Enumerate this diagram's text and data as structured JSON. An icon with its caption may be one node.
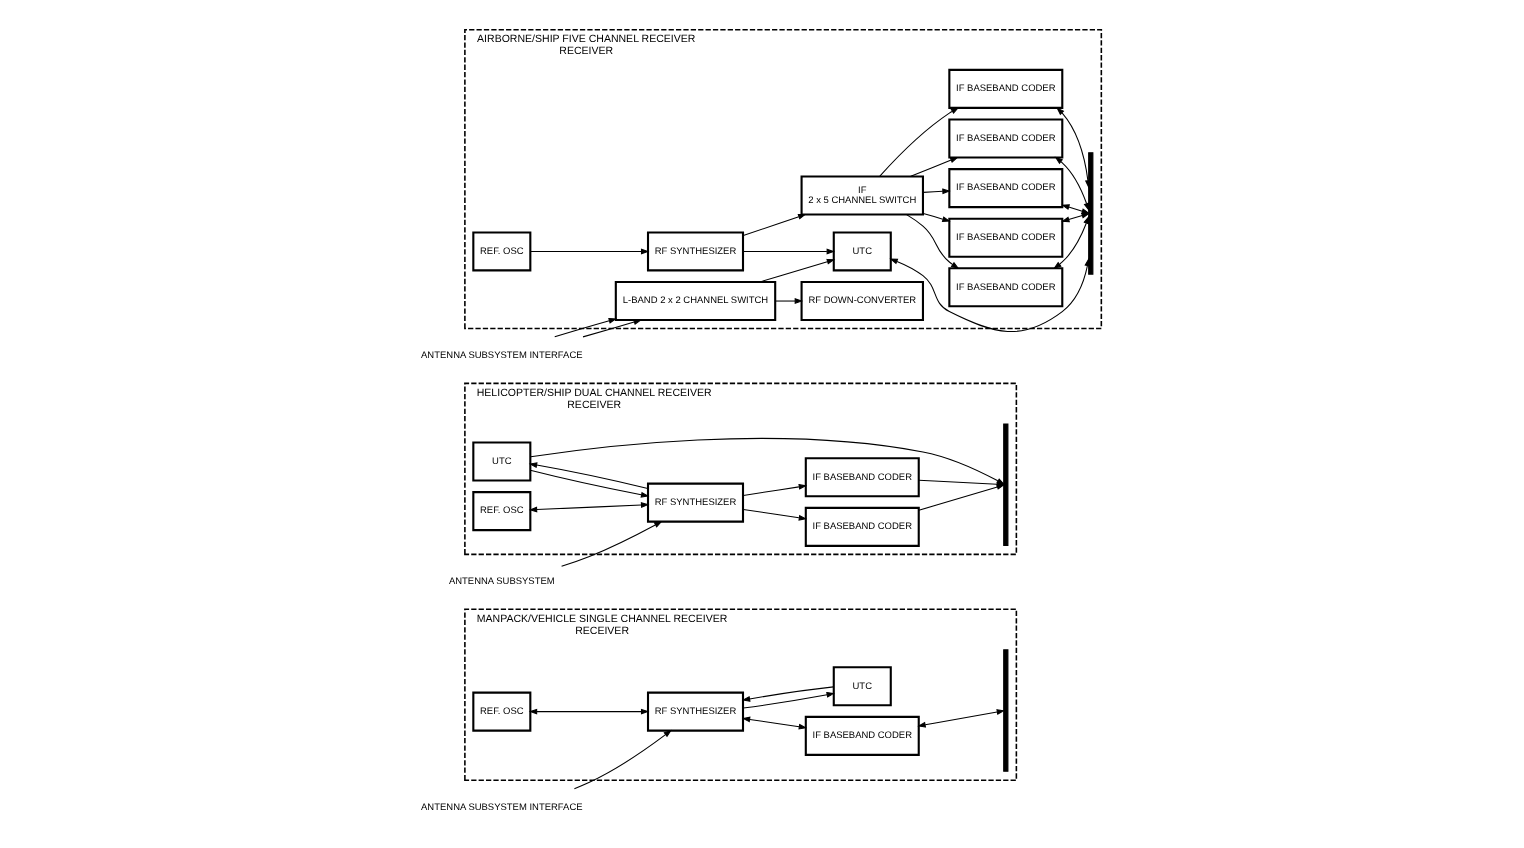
{
  "diagram": {
    "nodes": [
      {
        "text": [
          "MANPACK/VEHICLE SINGLE CHANNEL RECEIVER",
          "RECEIVER"
        ]
      },
      {
        "text": [
          "ANTENNA SUBSYSTEM INTERFACE"
        ]
      },
      {
        "text": [
          "REF. OSC"
        ],
        "in": 0
      },
      {
        "text": [
          "RF SYNTHESIZER"
        ],
        "in": 0
      },
      {
        "text": [
          "IF BASEBAND CODER"
        ],
        "in": 0
      },
      {
        "text": [
          "UTC"
        ],
        "in": 0
      },
      {
        "text": [],
        "shape": "bar",
        "in": 0
      },
      {
        "text": [
          "HELICOPTER/SHIP DUAL CHANNEL RECEIVER",
          "RECEIVER"
        ]
      },
      {
        "text": [
          "ANTENNA SUBSYSTEM"
        ]
      },
      {
        "text": [
          "IF BASEBAND CODER"
        ],
        "in": 7
      },
      {
        "text": [
          "REF. OSC"
        ],
        "in": 7
      },
      {
        "text": [
          "RF SYNTHESIZER"
        ],
        "in": 7
      },
      {
        "text": [
          "UTC"
        ],
        "in": 7
      },
      {
        "text": [
          "IF BASEBAND CODER"
        ],
        "in": 7
      },
      {
        "text": [],
        "shape": "bar",
        "in": 7
      },
      {
        "text": [
          "AIRBORNE/SHIP FIVE CHANNEL RECEIVER",
          "RECEIVER"
        ]
      },
      {
        "text": [
          "UTC"
        ],
        "in": 15
      },
      {
        "text": [
          "IF BASEBAND CODER"
        ],
        "in": 15
      },
      {
        "text": [
          "REF. OSC"
        ],
        "in": 15
      },
      {
        "text": [
          "IF BASEBAND CODER"
        ],
        "in": 15
      },
      {
        "text": [
          "RF SYNTHESIZER"
        ],
        "in": 15
      },
      {
        "text": [
          "IF",
          "2 x 5 CHANNEL SWITCH"
        ],
        "in": 15
      },
      {
        "text": [
          "IF BASEBAND CODER"
        ],
        "in": 15
      },
      {
        "text": [
          "RF DOWN-CONVERTER"
        ],
        "in": 15
      },
      {
        "text": [
          "IF BASEBAND CODER"
        ],
        "in": 15
      },
      {
        "text": [
          "L-BAND 2 x 2 CHANNEL SWITCH"
        ],
        "in": 15
      },
      {
        "text": [
          "ANTENNA SUBSYSTEM INTERFACE"
        ]
      },
      {
        "text": [
          "IF BASEBAND CODER"
        ],
        "in": 15
      },
      {
        "text": [],
        "shape": "bar",
        "in": 15
      }
    ],
    "edges": [
      {
        "from": 1,
        "to": 3,
        "arrow": "to"
      },
      {
        "from": 2,
        "to": 3,
        "arrow": "both"
      },
      {
        "from": 3,
        "to": 4,
        "arrow": "both"
      },
      {
        "from": 5,
        "to": 3,
        "arrow": "to"
      },
      {
        "from": 3,
        "to": 5,
        "arrow": "to"
      },
      {
        "from": 4,
        "to": 6,
        "arrow": "both"
      },
      {
        "from": 8,
        "to": 11,
        "arrow": "to"
      },
      {
        "from": 10,
        "to": 11,
        "arrow": "both"
      },
      {
        "from": 11,
        "to": 9,
        "arrow": "to"
      },
      {
        "from": 11,
        "to": 13,
        "arrow": "to"
      },
      {
        "from": 12,
        "to": 11,
        "arrow": "to"
      },
      {
        "from": 11,
        "to": 12,
        "arrow": "to"
      },
      {
        "from": 9,
        "to": 14,
        "arrow": "to"
      },
      {
        "from": 13,
        "to": 14,
        "arrow": "to"
      },
      {
        "from": 12,
        "to": 14,
        "arrow": "to"
      },
      {
        "from": 16,
        "to": 28,
        "arrow": "both"
      },
      {
        "from": 18,
        "to": 20,
        "arrow": "to"
      },
      {
        "from": 20,
        "to": 16,
        "arrow": "to"
      },
      {
        "from": 25,
        "to": 16,
        "arrow": "to"
      },
      {
        "from": 20,
        "to": 21,
        "arrow": "to"
      },
      {
        "from": 25,
        "to": 23,
        "arrow": "to"
      },
      {
        "from": 26,
        "to": 25,
        "arrow": "to"
      },
      {
        "from": 26,
        "to": 25,
        "arrow": "to"
      },
      {
        "from": 21,
        "to": 17,
        "arrow": "to"
      },
      {
        "from": 21,
        "to": 19,
        "arrow": "to"
      },
      {
        "from": 21,
        "to": 22,
        "arrow": "to"
      },
      {
        "from": 21,
        "to": 24,
        "arrow": "to"
      },
      {
        "from": 21,
        "to": 27,
        "arrow": "to"
      },
      {
        "from": 17,
        "to": 28,
        "arrow": "both"
      },
      {
        "from": 19,
        "to": 28,
        "arrow": "both"
      },
      {
        "from": 22,
        "to": 28,
        "arrow": "both"
      },
      {
        "from": 24,
        "to": 28,
        "arrow": "both"
      },
      {
        "from": 27,
        "to": 28,
        "arrow": "both"
      }
    ]
  }
}
